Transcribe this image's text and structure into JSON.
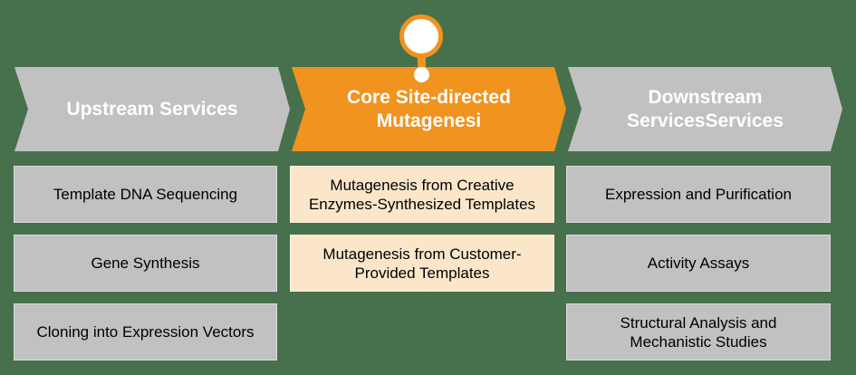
{
  "colors": {
    "background": "#47704D",
    "arrow_gray": "#C1C1C1",
    "arrow_orange": "#F0931F",
    "box_gray": "#C1C1C1",
    "box_cream": "#FBE6CA",
    "header_text": "#FFFFFF",
    "box_text": "#000000",
    "pin_ring": "#F0931F",
    "pin_fill": "#FFFFFF"
  },
  "marker": {
    "icon": "location-pin-icon"
  },
  "columns": [
    {
      "header": {
        "lines": [
          "Upstream Services"
        ]
      },
      "items": [
        {
          "lines": [
            "Template DNA Sequencing"
          ]
        },
        {
          "lines": [
            "Gene Synthesis"
          ]
        },
        {
          "lines": [
            "Cloning into Expression Vectors"
          ]
        }
      ]
    },
    {
      "header": {
        "lines": [
          "Core Site-directed",
          "Mutagenesi"
        ]
      },
      "items": [
        {
          "lines": [
            "Mutagenesis from Creative",
            "Enzymes-Synthesized Templates"
          ]
        },
        {
          "lines": [
            "Mutagenesis from Customer-",
            "Provided Templates"
          ]
        }
      ]
    },
    {
      "header": {
        "lines": [
          "Downstream",
          "ServicesServices"
        ]
      },
      "items": [
        {
          "lines": [
            "Expression and Purification"
          ]
        },
        {
          "lines": [
            "Activity Assays"
          ]
        },
        {
          "lines": [
            "Structural Analysis and",
            "Mechanistic Studies"
          ]
        }
      ]
    }
  ]
}
